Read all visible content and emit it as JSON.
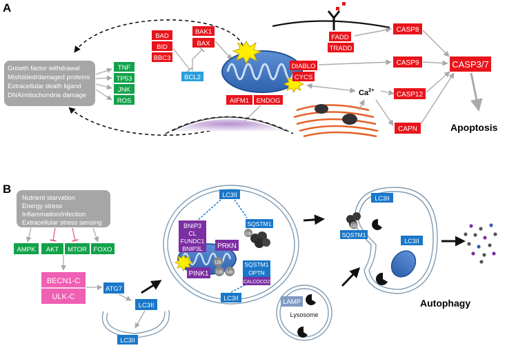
{
  "panels": {
    "a_letter": "A",
    "b_letter": "B"
  },
  "apoptosis": {
    "stimuli": [
      "Growth factor withdrawal",
      "Misfolded/damaged proteins",
      "Extracellular death ligand",
      "DNA/mitochondria damage"
    ],
    "stress_sensors": [
      "TNF",
      "TP53",
      "JNK",
      "ROS"
    ],
    "bh3_only": [
      "BAD",
      "BID",
      "BBC3"
    ],
    "effectors": [
      "BAK1",
      "BAX"
    ],
    "antiapoptotic": "BCL2",
    "mito_released": [
      "DIABLO",
      "CYCS",
      "AIFM1",
      "ENDOG"
    ],
    "receptor_adaptors": [
      "FADD",
      "TRADD"
    ],
    "caspases": {
      "casp8": "CASP8",
      "casp9": "CASP9",
      "casp12": "CASP12",
      "capn": "CAPN",
      "casp37": "CASP3/7"
    },
    "calcium": "Ca",
    "calcium_sup": "2+",
    "outcome": "Apoptosis"
  },
  "autophagy": {
    "stimuli": [
      "Nutrient starvation",
      "Energy stress",
      "Inflammation/infection",
      "Extracellular stress sensing"
    ],
    "sensors": [
      "AMPK",
      "AKT",
      "MTOR",
      "FOXO"
    ],
    "complexes": [
      "BECN1-C",
      "ULK-C"
    ],
    "atg7": "ATG7",
    "lc3ii": "LC3II",
    "mitophagy_receptors": [
      "BNIP3",
      "CL",
      "FUNDC1",
      "BNIP3L"
    ],
    "prkn": "PRKN",
    "pink1": "PINK1",
    "adaptors_top": "SQSTM1",
    "adaptors_bottom": [
      "SQSTM1",
      "OPTN",
      "CALCOCO2"
    ],
    "ub": "Ub",
    "lamp": "LAMP",
    "lysosome": "Lysosome",
    "outcome": "Autophagy"
  },
  "colors": {
    "red": "#e8141b",
    "green": "#12a24a",
    "blue": "#1a77c9",
    "purple": "#7b2fa3",
    "pink": "#ef5fb3",
    "grey": "#a6a6a6",
    "arrow": "#a9a9a9"
  }
}
